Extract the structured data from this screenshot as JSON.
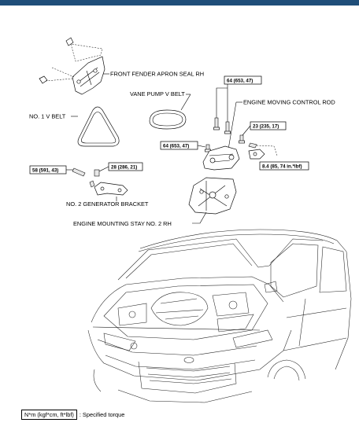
{
  "colors": {
    "header_bar": "#1f4e79"
  },
  "labels": {
    "front_fender_apron_seal_rh": "FRONT FENDER APRON SEAL RH",
    "vane_pump_v_belt": "VANE PUMP V BELT",
    "engine_moving_control_rod": "ENGINE MOVING CONTROL ROD",
    "no1_v_belt": "NO. 1 V BELT",
    "no2_generator_bracket": "NO. 2 GENERATOR BRACKET",
    "engine_mounting_stay_no2_rh": "ENGINE MOUNTING STAY NO. 2 RH"
  },
  "torques": {
    "t_64_a": "64 (653, 47)",
    "t_64_b": "64 (653, 47)",
    "t_23": "23 (235, 17)",
    "t_8_4": "8.4 (85, 74 in.*lbf)",
    "t_58": "58 (591, 43)",
    "t_28": "28 (286, 21)"
  },
  "legend": {
    "unit_box": "N*m (kgf*cm, ft*lbf)",
    "text": ": Specified torque"
  }
}
